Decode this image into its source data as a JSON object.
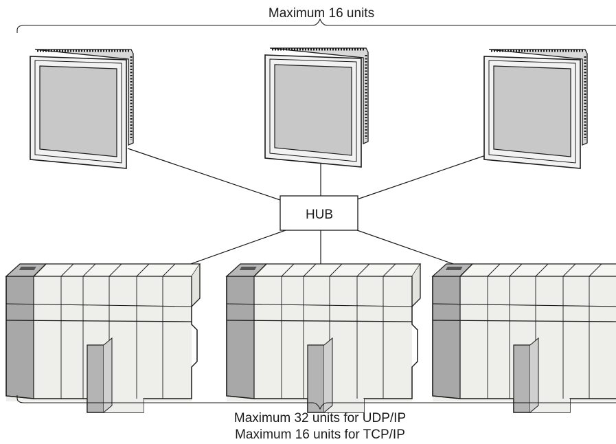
{
  "diagram": {
    "top_label": "Maximum 16 units",
    "hub_label": "HUB",
    "bottom_label_line1": "Maximum 32 units for UDP/IP",
    "bottom_label_line2": "Maximum 16 units for TCP/IP",
    "display_count": 3,
    "plc_count": 3
  },
  "colors": {
    "line": "#1a1a1a",
    "screen": "#c8c8c8",
    "bezel": "#f2f2f2",
    "plc_body": "#eeeeea",
    "plc_dark": "#a8a8a8",
    "plc_top": "#f6f6f3"
  }
}
